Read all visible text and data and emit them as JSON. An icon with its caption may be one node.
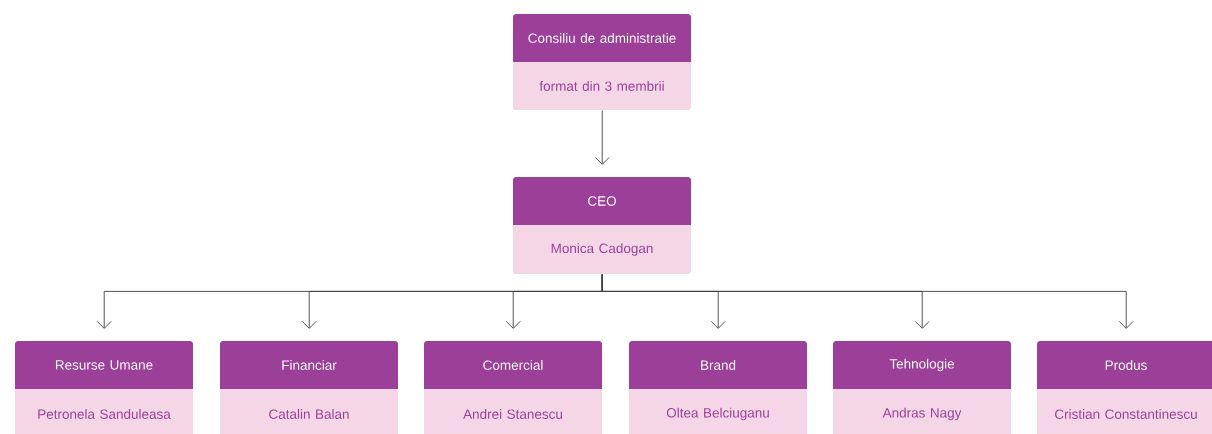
{
  "diagram": {
    "nodes": [
      {
        "text": [
          "Consiliu de administratie",
          "format din 3 membrii"
        ]
      },
      {
        "text": [
          "CEO",
          "Monica Cadogan"
        ]
      },
      {
        "text": [
          "Resurse Umane",
          "Petronela Sanduleasa"
        ]
      },
      {
        "text": [
          "Financiar",
          "Catalin Balan"
        ]
      },
      {
        "text": [
          "Comercial",
          "Andrei Stanescu"
        ]
      },
      {
        "text": [
          "Brand",
          "Oltea Belciuganu"
        ]
      },
      {
        "text": [
          "Tehnologie",
          "Andras Nagy"
        ]
      },
      {
        "text": [
          "Produs",
          "Cristian Constantinescu"
        ]
      }
    ],
    "edges": [
      {
        "from": 0,
        "to": 1,
        "arrow": "to"
      },
      {
        "from": 1,
        "to": 2,
        "arrow": "to"
      },
      {
        "from": 1,
        "to": 3,
        "arrow": "to"
      },
      {
        "from": 1,
        "to": 4,
        "arrow": "to"
      },
      {
        "from": 1,
        "to": 5,
        "arrow": "to"
      },
      {
        "from": 1,
        "to": 6,
        "arrow": "to"
      },
      {
        "from": 1,
        "to": 7,
        "arrow": "to"
      }
    ]
  }
}
